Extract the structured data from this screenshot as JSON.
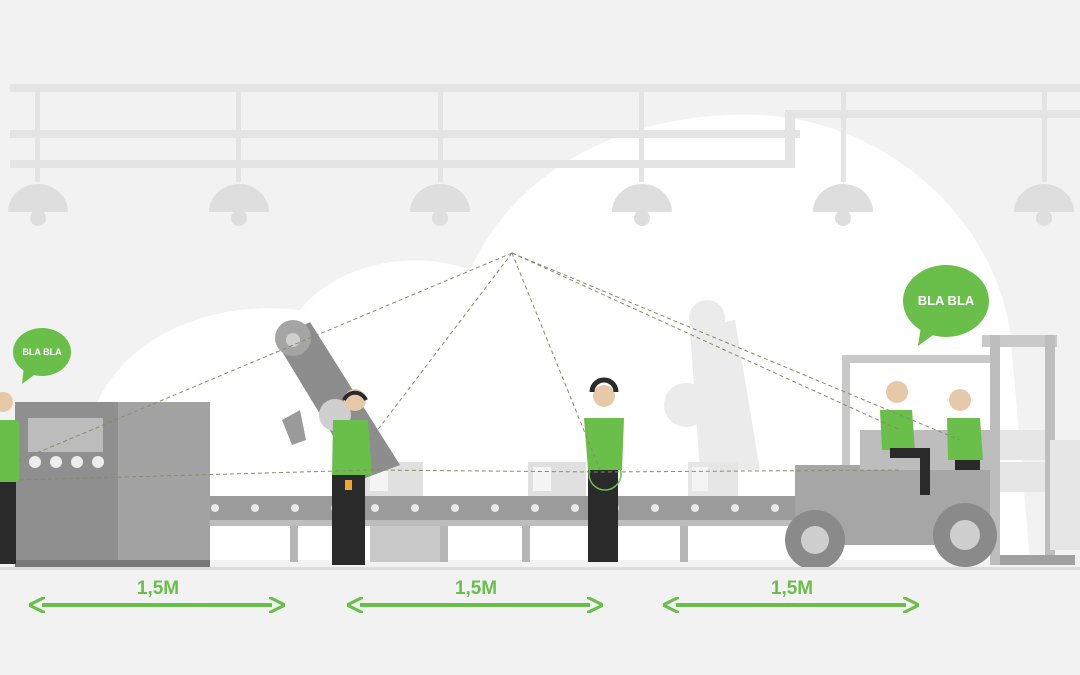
{
  "speech": {
    "left": "BLA BLA",
    "right": "BLA BLA"
  },
  "distances": [
    "1,5M",
    "1,5M",
    "1,5M"
  ],
  "colors": {
    "background": "#f2f2f2",
    "accent_green": "#6abf4b",
    "machine_gray": "#8c8c8c",
    "light_gray": "#d6d6d6",
    "cloud_white": "#ffffff"
  },
  "icons": [
    "speech-bubble-icon",
    "double-arrow-icon",
    "ceiling-lamp-icon"
  ]
}
